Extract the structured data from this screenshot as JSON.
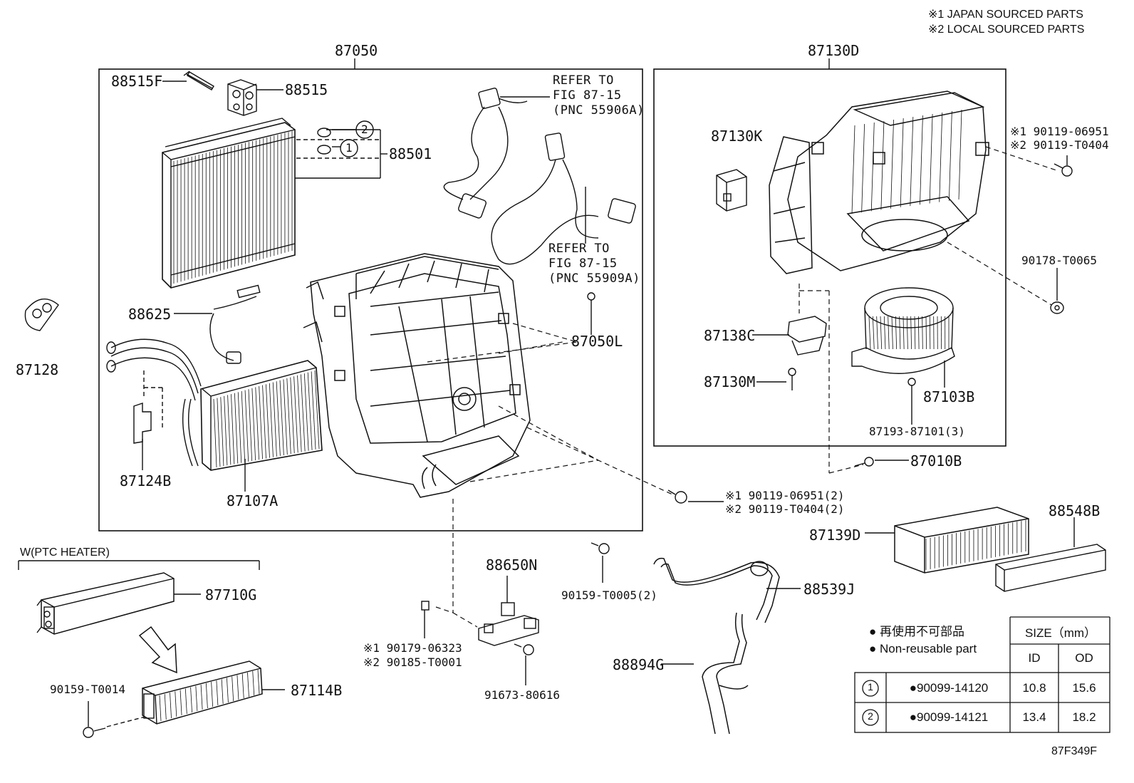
{
  "notes": {
    "japan": "※1 JAPAN SOURCED PARTS",
    "local": "※2 LOCAL SOURCED PARTS"
  },
  "figure_code": "87F349F",
  "groups": {
    "hvac_unit": "87050",
    "blower_unit": "87130D",
    "ptc_heater": "W(PTC HEATER)"
  },
  "references": [
    {
      "line1": "REFER TO",
      "line2": "FIG 87-15",
      "line3": "(PNC 55906A)"
    },
    {
      "line1": "REFER TO",
      "line2": "FIG 87-15",
      "line3": "(PNC 55909A)"
    }
  ],
  "parts": {
    "p88515F": "88515F",
    "p88515": "88515",
    "p88501": "88501",
    "p88625": "88625",
    "p87128": "87128",
    "p87124B": "87124B",
    "p87107A": "87107A",
    "p87050L": "87050L",
    "p87130K": "87130K",
    "p87138C": "87138C",
    "p87130M": "87130M",
    "p87103B": "87103B",
    "p87193": "87193-87101(3)",
    "p87010B": "87010B",
    "p90178": "90178-T0065",
    "p90119a1": "※1 90119-06951",
    "p90119a2": "※2 90119-T0404",
    "p90119b1": "※1 90119-06951(2)",
    "p90119b2": "※2 90119-T0404(2)",
    "p87710G": "87710G",
    "p87114B": "87114B",
    "p90159T0014": "90159-T0014",
    "p88650N": "88650N",
    "p90179": "※1 90179-06323",
    "p90185": "※2 90185-T0001",
    "p91673": "91673-80616",
    "p90159T0005": "90159-T0005(2)",
    "p88539J": "88539J",
    "p88894G": "88894G",
    "p87139D": "87139D",
    "p88548B": "88548B"
  },
  "callouts": {
    "one": "1",
    "two": "2"
  },
  "legend": {
    "non_reusable_jp": "● 再使用不可部品",
    "non_reusable_en": "● Non-reusable part",
    "size_header": "SIZE（mm）",
    "col_id": "ID",
    "col_od": "OD",
    "rows": [
      {
        "mark": "1",
        "part": "●90099-14120",
        "id": "10.8",
        "od": "15.6"
      },
      {
        "mark": "2",
        "part": "●90099-14121",
        "id": "13.4",
        "od": "18.2"
      }
    ]
  }
}
